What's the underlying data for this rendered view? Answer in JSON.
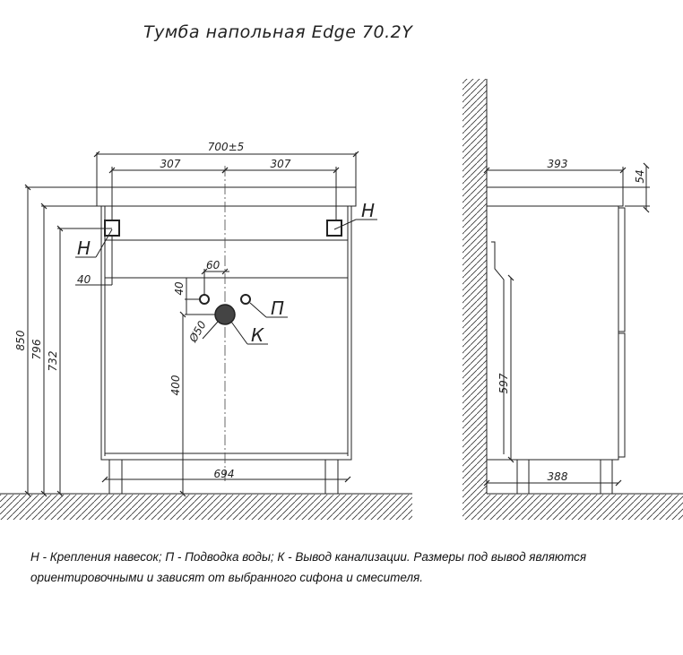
{
  "title": "Тумба напольная Edge 70.2Y",
  "front_view": {
    "width_total": "700±5",
    "half_left": "307",
    "half_right": "307",
    "height_total": "850",
    "height_body": "796",
    "height_mount": "732",
    "mount_offset": "40",
    "pipe_spacing": "60",
    "pipe_height": "40",
    "drain_diameter": "Ø50",
    "drain_height": "400",
    "inner_width": "694",
    "label_mount_left": "Н",
    "label_mount_right": "Н",
    "label_water": "П",
    "label_drain": "К"
  },
  "side_view": {
    "depth_top": "393",
    "top_thickness": "54",
    "door_height": "597",
    "depth_body": "388"
  },
  "note": {
    "line1": "Н - Крепления навесок; П - Подводка воды; К - Вывод канализации. Размеры под вывод являются",
    "line2": "ориентировочными и зависят от выбранного сифона и смесителя."
  }
}
